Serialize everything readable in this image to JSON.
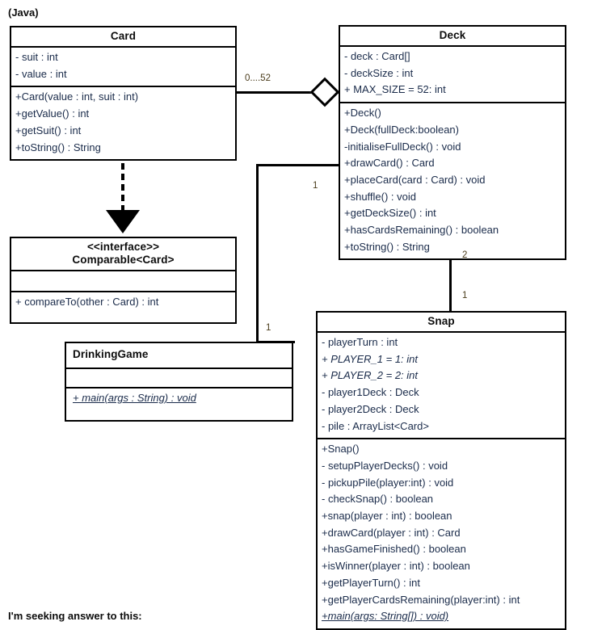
{
  "page": {
    "header_note": "(Java)",
    "footer_note": "I'm seeking answer to this:"
  },
  "classes": {
    "card": {
      "name": "Card",
      "attributes": [
        "- suit : int",
        "- value : int"
      ],
      "methods": [
        "+Card(value : int, suit : int)",
        "+getValue() : int",
        "+getSuit() : int",
        "+toString() : String"
      ]
    },
    "deck": {
      "name": "Deck",
      "attributes": [
        "- deck : Card[]",
        "- deckSize : int",
        "+ MAX_SIZE = 52: int"
      ],
      "methods": [
        "+Deck()",
        "+Deck(fullDeck:boolean)",
        "-initialiseFullDeck() : void",
        "+drawCard() : Card",
        "+placeCard(card : Card) : void",
        "+shuffle() : void",
        "+getDeckSize() : int",
        "+hasCardsRemaining() : boolean",
        "+toString() : String"
      ]
    },
    "comparable": {
      "stereotype": "<<interface>>",
      "name": "Comparable<Card>",
      "attributes": [],
      "methods": [
        "+ compareTo(other : Card) : int"
      ]
    },
    "drinkinggame": {
      "name": "DrinkingGame",
      "attributes": [],
      "methods": [
        "+ main(args : String) : void"
      ]
    },
    "snap": {
      "name": "Snap",
      "attributes": [
        "- playerTurn : int",
        "+ PLAYER_1 = 1: int",
        "+ PLAYER_2 = 2: int",
        "- player1Deck : Deck",
        "- player2Deck : Deck",
        "- pile : ArrayList<Card>"
      ],
      "methods": [
        "+Snap()",
        "- setupPlayerDecks() : void",
        "- pickupPile(player:int) : void",
        "- checkSnap() : boolean",
        "+snap(player : int) : boolean",
        "+drawCard(player : int) : Card",
        "+hasGameFinished() : boolean",
        "+isWinner(player : int) : boolean",
        "+getPlayerTurn() : int",
        "+getPlayerCardsRemaining(player:int) : int",
        "+main(args: String[]) : void)"
      ]
    }
  },
  "relations": {
    "card_deck_multiplicity": "0....52",
    "deck_drinkinggame_top": "1",
    "deck_drinkinggame_bottom": "1",
    "deck_snap_top": "2",
    "deck_snap_bottom": "1"
  },
  "colors": {
    "stroke": "#000000",
    "background": "#ffffff",
    "member_text": "#1a2b4a",
    "multiplicity_text": "#4a3b1a"
  }
}
